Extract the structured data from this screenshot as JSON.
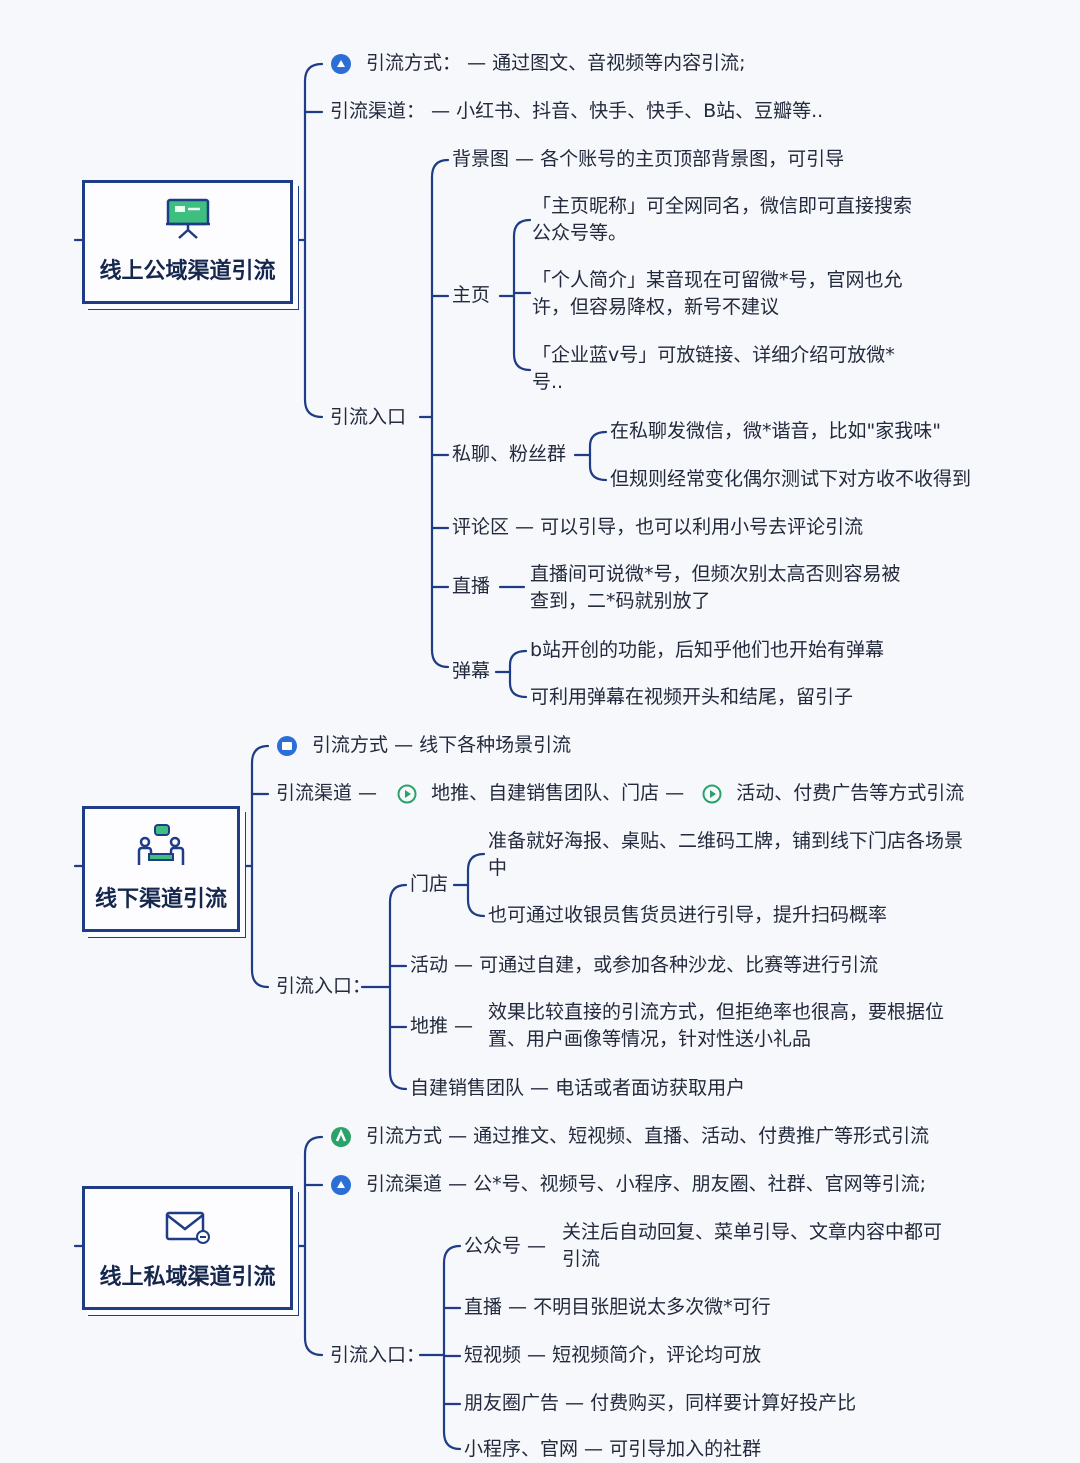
{
  "colors": {
    "line": "#1f3c86",
    "accent_blue": "#2b6fd6",
    "accent_green": "#2aa36b"
  },
  "sec1": {
    "title": "线上公域渠道引流",
    "method_label": "引流方式：",
    "method_text": "— 通过图文、音视频等内容引流;",
    "channel": "引流渠道：  — 小红书、抖音、快手、快手、B站、豆瓣等..",
    "entry_label": "引流入口",
    "beijingtu": "背景图 — 各个账号的主页顶部背景图，可引导",
    "zhuye": "主页",
    "zhuye_items": [
      {
        "l1": "「主页昵称」可全网同名，微信即可直接搜索",
        "l2": "公众号等。"
      },
      {
        "l1": "「个人简介」某音现在可留微*号，官网也允",
        "l2": "许，但容易降权，新号不建议"
      },
      {
        "l1": "「企业蓝v号」可放链接、详细介绍可放微*",
        "l2": "号.."
      }
    ],
    "siliao": "私聊、粉丝群",
    "siliao_items": [
      "在私聊发微信，微*谐音，比如\"家我味\"",
      "但规则经常变化偶尔测试下对方收不收得到"
    ],
    "pinglun": "评论区 — 可以引导，也可以利用小号去评论引流",
    "zhibo": "直播",
    "zhibo_l1": "直播间可说微*号，但频次别太高否则容易被",
    "zhibo_l2": "查到，二*码就别放了",
    "danmu": "弹幕",
    "danmu_items": [
      "b站开创的功能，后知乎他们也开始有弹幕",
      "可利用弹幕在视频开头和结尾，留引子"
    ]
  },
  "sec2": {
    "title": "线下渠道引流",
    "method": "引流方式 — 线下各种场景引流",
    "channel_label": "引流渠道 —",
    "channel_a": "地推、自建销售团队、门店 —",
    "channel_b": "活动、付费广告等方式引流",
    "entry_label": "引流入口：",
    "mendian": "门店",
    "mendian_l1": "准备就好海报、桌贴、二维码工牌，铺到线下门店各场景",
    "mendian_l2": "中",
    "mendian_2": "也可通过收银员售货员进行引导，提升扫码概率",
    "huodong": "活动 — 可通过自建，或参加各种沙龙、比赛等进行引流",
    "ditui": "地推 —",
    "ditui_l1": "效果比较直接的引流方式，但拒绝率也很高，要根据位",
    "ditui_l2": "置、用户画像等情况，针对性送小礼品",
    "zijian": "自建销售团队 — 电话或者面访获取用户"
  },
  "sec3": {
    "title": "线上私域渠道引流",
    "method": "引流方式 — 通过推文、短视频、直播、活动、付费推广等形式引流",
    "channel": "引流渠道 — 公*号、视频号、小程序、朋友圈、社群、官网等引流;",
    "entry_label": "引流入口：",
    "gongzhonghao": "公众号 —",
    "gzh_l1": "关注后自动回复、菜单引导、文章内容中都可",
    "gzh_l2": "引流",
    "zhibo": "直播 — 不明目张胆说太多次微*可行",
    "duanshipin": "短视频 — 短视频简介，评论均可放",
    "pengyouquan": "朋友圈广告 — 付费购买，同样要计算好投产比",
    "xiaochengxu": "小程序、官网 — 可引导加入的社群"
  }
}
